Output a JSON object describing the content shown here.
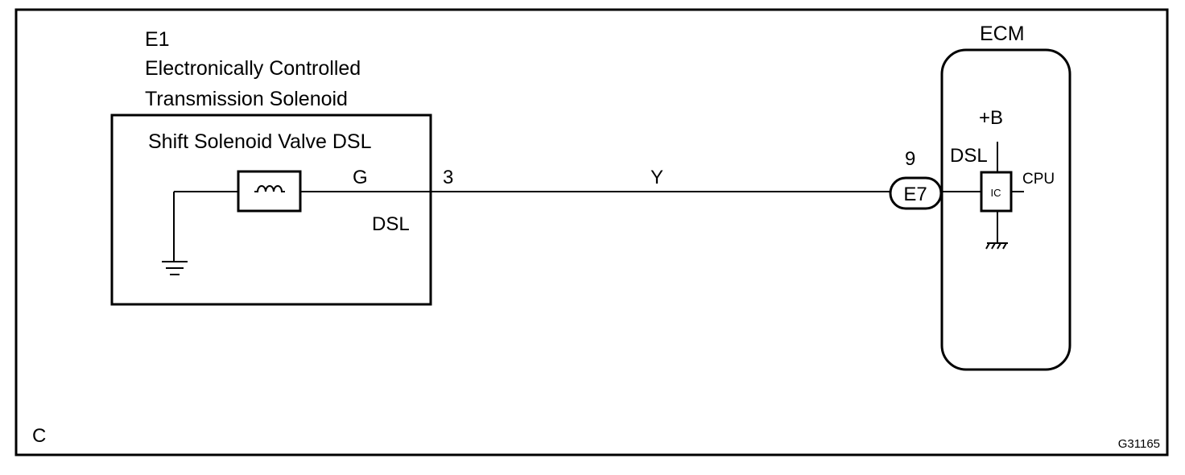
{
  "component": {
    "code": "E1",
    "name_line1": "Electronically Controlled",
    "name_line2": "Transmission Solenoid",
    "valve_label": "Shift Solenoid Valve DSL",
    "wire_color_inside": "G",
    "terminal_label": "DSL",
    "pin_number": "3"
  },
  "wire": {
    "color": "Y"
  },
  "connector": {
    "code": "E7",
    "pin_number": "9"
  },
  "ecm": {
    "title": "ECM",
    "supply_label": "+B",
    "terminal_label": "DSL",
    "ic_label": "IC",
    "cpu_label": "CPU"
  },
  "corner": {
    "letter": "C",
    "figure_code": "G31165"
  }
}
